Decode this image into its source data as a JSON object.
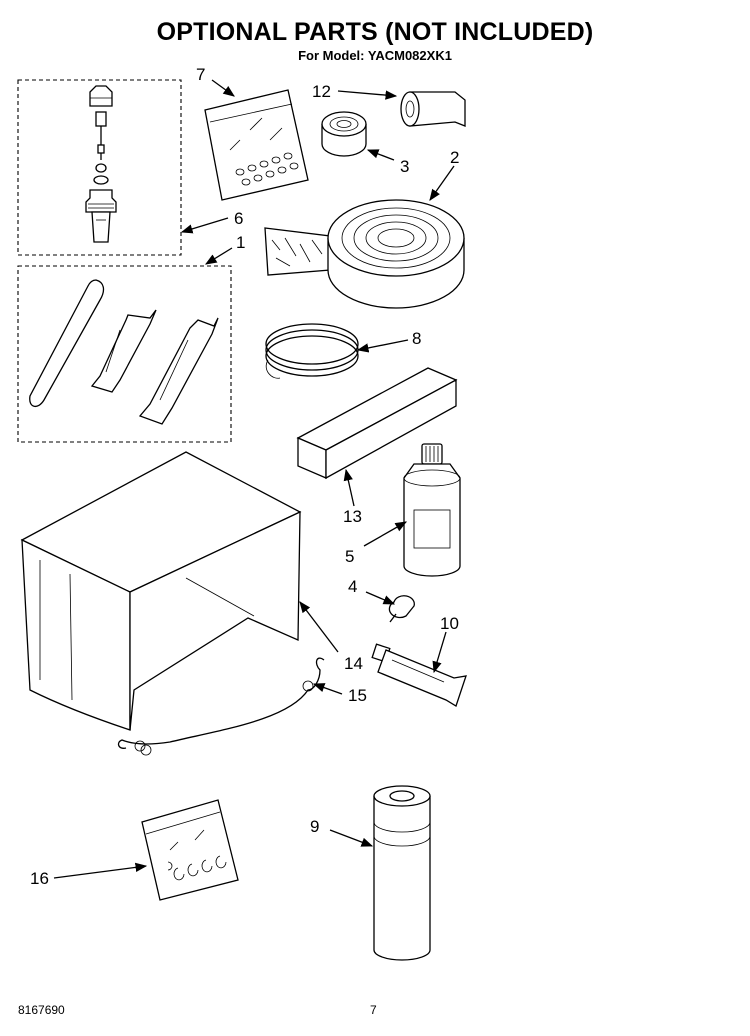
{
  "header": {
    "title": "OPTIONAL PARTS (NOT INCLUDED)",
    "subtitle": "For Model: YACM082XK1"
  },
  "callouts": {
    "c1": "1",
    "c2": "2",
    "c3": "3",
    "c4": "4",
    "c5": "5",
    "c6": "6",
    "c7": "7",
    "c8": "8",
    "c9": "9",
    "c10": "10",
    "c12": "12",
    "c13": "13",
    "c14": "14",
    "c15": "15",
    "c16": "16"
  },
  "footer": {
    "doc_number": "8167690",
    "page_number": "7"
  }
}
